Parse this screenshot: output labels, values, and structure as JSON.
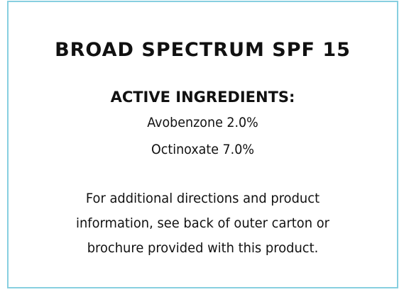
{
  "label": {
    "title": "BROAD SPECTRUM SPF 15",
    "active_heading": "ACTIVE INGREDIENTS:",
    "ingredients": [
      "Avobenzone 2.0%",
      "Octinoxate 7.0%"
    ],
    "directions_lines": [
      "For additional directions and product",
      "information, see back of outer carton or",
      "brochure provided with this product."
    ]
  },
  "colors": {
    "border": "#87cfe0",
    "text": "#111111"
  }
}
